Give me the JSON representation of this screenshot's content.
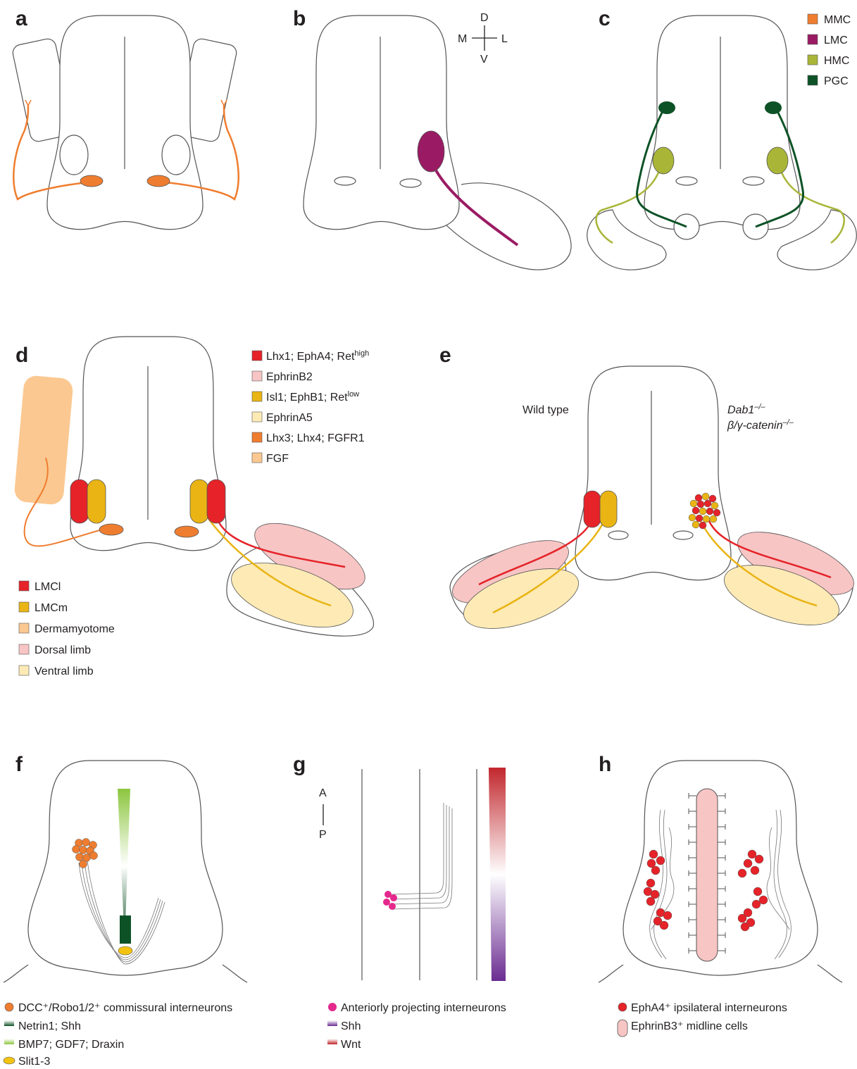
{
  "panels": {
    "a": {
      "label": "a"
    },
    "b": {
      "label": "b",
      "axes": {
        "d": "D",
        "v": "V",
        "m": "M",
        "l": "L"
      }
    },
    "c": {
      "label": "c",
      "legend": [
        {
          "label": "MMC",
          "color": "#ef7d2f"
        },
        {
          "label": "LMC",
          "color": "#9a1b63"
        },
        {
          "label": "HMC",
          "color": "#a9b537"
        },
        {
          "label": "PGC",
          "color": "#0d5226"
        }
      ]
    },
    "d": {
      "label": "d",
      "legend_top": [
        {
          "parts": [
            "Lhx1; EphA4; Ret",
            "high"
          ],
          "color": "#e52329"
        },
        {
          "parts": [
            "EphrinB2",
            ""
          ],
          "color": "#f7c5c4"
        },
        {
          "parts": [
            "Isl1; EphB1; Ret",
            "low"
          ],
          "color": "#e9b414"
        },
        {
          "parts": [
            "EphrinA5",
            ""
          ],
          "color": "#fdeab5"
        },
        {
          "parts": [
            "Lhx3; Lhx4; FGFR1",
            ""
          ],
          "color": "#ef7d2f"
        },
        {
          "parts": [
            "FGF",
            ""
          ],
          "color": "#fbc891"
        }
      ],
      "legend_bottom": [
        {
          "label": "LMCl",
          "color": "#e52329"
        },
        {
          "label": "LMCm",
          "color": "#e9b414"
        },
        {
          "label": "Dermamyotome",
          "color": "#fbc891"
        },
        {
          "label": "Dorsal limb",
          "color": "#f7c5c4"
        },
        {
          "label": "Ventral limb",
          "color": "#fdeab5"
        }
      ]
    },
    "e": {
      "label": "e",
      "left_title": "Wild type",
      "right_title_1": "Dab1",
      "right_title_1_sup": "–/–",
      "right_title_2": "β/γ-catenin",
      "right_title_2_sup": "–/–"
    },
    "f": {
      "label": "f",
      "legend": [
        {
          "label": "DCC⁺/Robo1/2⁺ commissural interneurons",
          "color": "#ef7d2f"
        },
        {
          "label": "Netrin1; Shh",
          "color": "#0d5226"
        },
        {
          "label": "BMP7; GDF7; Draxin",
          "color": "#8cc63f"
        },
        {
          "label": "Slit1-3",
          "color": "#f2c311"
        }
      ]
    },
    "g": {
      "label": "g",
      "axes": {
        "a": "A",
        "p": "P"
      },
      "legend": [
        {
          "label": "Anteriorly projecting interneurons",
          "color": "#e5288c"
        },
        {
          "label": "Shh",
          "color": "#6a2c91"
        },
        {
          "label": "Wnt",
          "color": "#c1272d"
        }
      ]
    },
    "h": {
      "label": "h",
      "legend": [
        {
          "label": "EphA4⁺ ipsilateral interneurons",
          "color": "#e52329"
        },
        {
          "label": "EphrinB3⁺ midline cells",
          "color": "#f7c5c4"
        }
      ]
    }
  }
}
